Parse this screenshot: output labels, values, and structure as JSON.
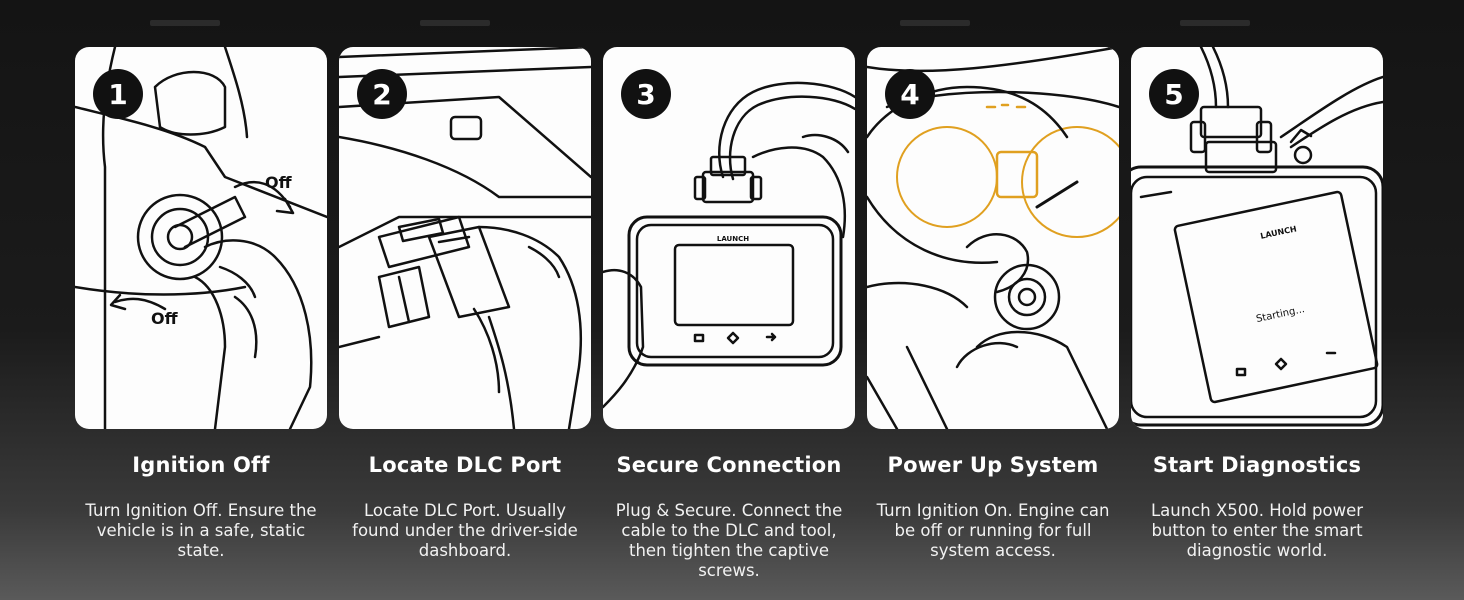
{
  "steps": [
    {
      "number": "1",
      "title": "Ignition Off",
      "description": "Turn Ignition Off. Ensure the vehicle is in a safe, static state.",
      "labels": [
        "Off",
        "Off"
      ]
    },
    {
      "number": "2",
      "title": "Locate DLC Port",
      "description": "Locate DLC Port. Usually found under the driver-side dashboard."
    },
    {
      "number": "3",
      "title": "Secure Connection",
      "description": "Plug & Secure. Connect the cable to the DLC and tool, then tighten the captive screws.",
      "device_brand": "LAUNCH"
    },
    {
      "number": "4",
      "title": "Power Up System",
      "description": "Turn Ignition On. Engine can be off or running for full system access."
    },
    {
      "number": "5",
      "title": "Start Diagnostics",
      "description": "Launch X500. Hold power button to enter the smart diagnostic world.",
      "device_brand": "LAUNCH",
      "screen_text": "Starting..."
    }
  ]
}
